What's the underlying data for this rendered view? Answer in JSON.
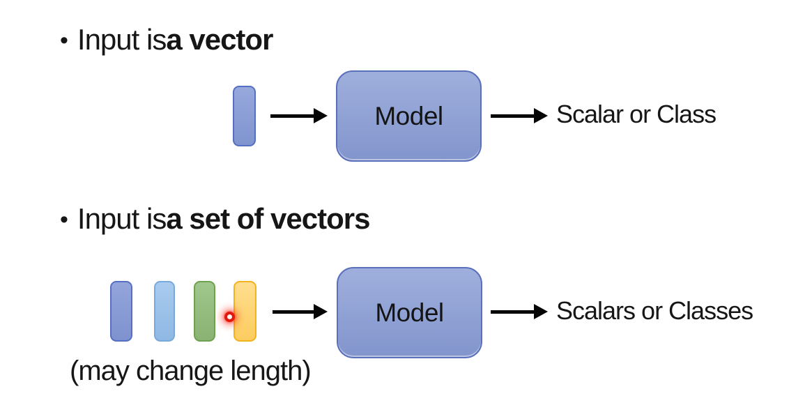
{
  "page": {
    "background": "#ffffff",
    "text_color": "#161616"
  },
  "model_box": {
    "fill_top": "#9fafdd",
    "fill_bottom": "#8295cc",
    "border": "#5a70ba"
  },
  "sections": [
    {
      "id": "single-vector",
      "bullet_glyph": "●",
      "heading_regular": "Input is ",
      "heading_bold": "a vector",
      "model_label": "Model",
      "output_label": "Scalar or Class",
      "vectors": [
        {
          "name": "blue-vector",
          "fill_top": "#96a8dc",
          "fill_bottom": "#8094cf",
          "border": "#5570c2"
        }
      ]
    },
    {
      "id": "set-of-vectors",
      "bullet_glyph": "●",
      "heading_regular": "Input is ",
      "heading_bold": "a set of vectors",
      "note": "(may change length)",
      "model_label": "Model",
      "output_label": "Scalars or Classes",
      "vectors": [
        {
          "name": "blue-vector",
          "fill_top": "#93a5da",
          "fill_bottom": "#7e92cf",
          "border": "#5570c2"
        },
        {
          "name": "light-blue-vector",
          "fill_top": "#a9cbee",
          "fill_bottom": "#8fb8e4",
          "border": "#79a8da"
        },
        {
          "name": "green-vector",
          "fill_top": "#a0c78d",
          "fill_bottom": "#8ab272",
          "border": "#6da24e"
        },
        {
          "name": "yellow-vector",
          "fill_top": "#fede8e",
          "fill_bottom": "#fccc5f",
          "border": "#f3b31f"
        }
      ],
      "pointer": {
        "name": "laser-pointer-dot",
        "color": "#e2180d"
      }
    }
  ]
}
